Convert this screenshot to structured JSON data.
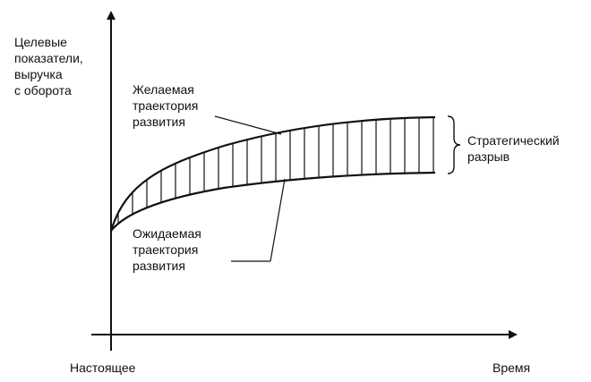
{
  "diagram": {
    "y_axis_label": [
      "Целевые",
      "показатели,",
      "выручка",
      "с оборота"
    ],
    "x_axis_origin_label": "Настоящее",
    "x_axis_end_label": "Время",
    "desired_label": [
      "Желаемая",
      "траектория",
      "развития"
    ],
    "expected_label": [
      "Ожидаемая",
      "траектория",
      "развития"
    ],
    "gap_label": [
      "Стратегический",
      "разрыв"
    ],
    "line_color": "#111111",
    "background_color": "#ffffff"
  }
}
